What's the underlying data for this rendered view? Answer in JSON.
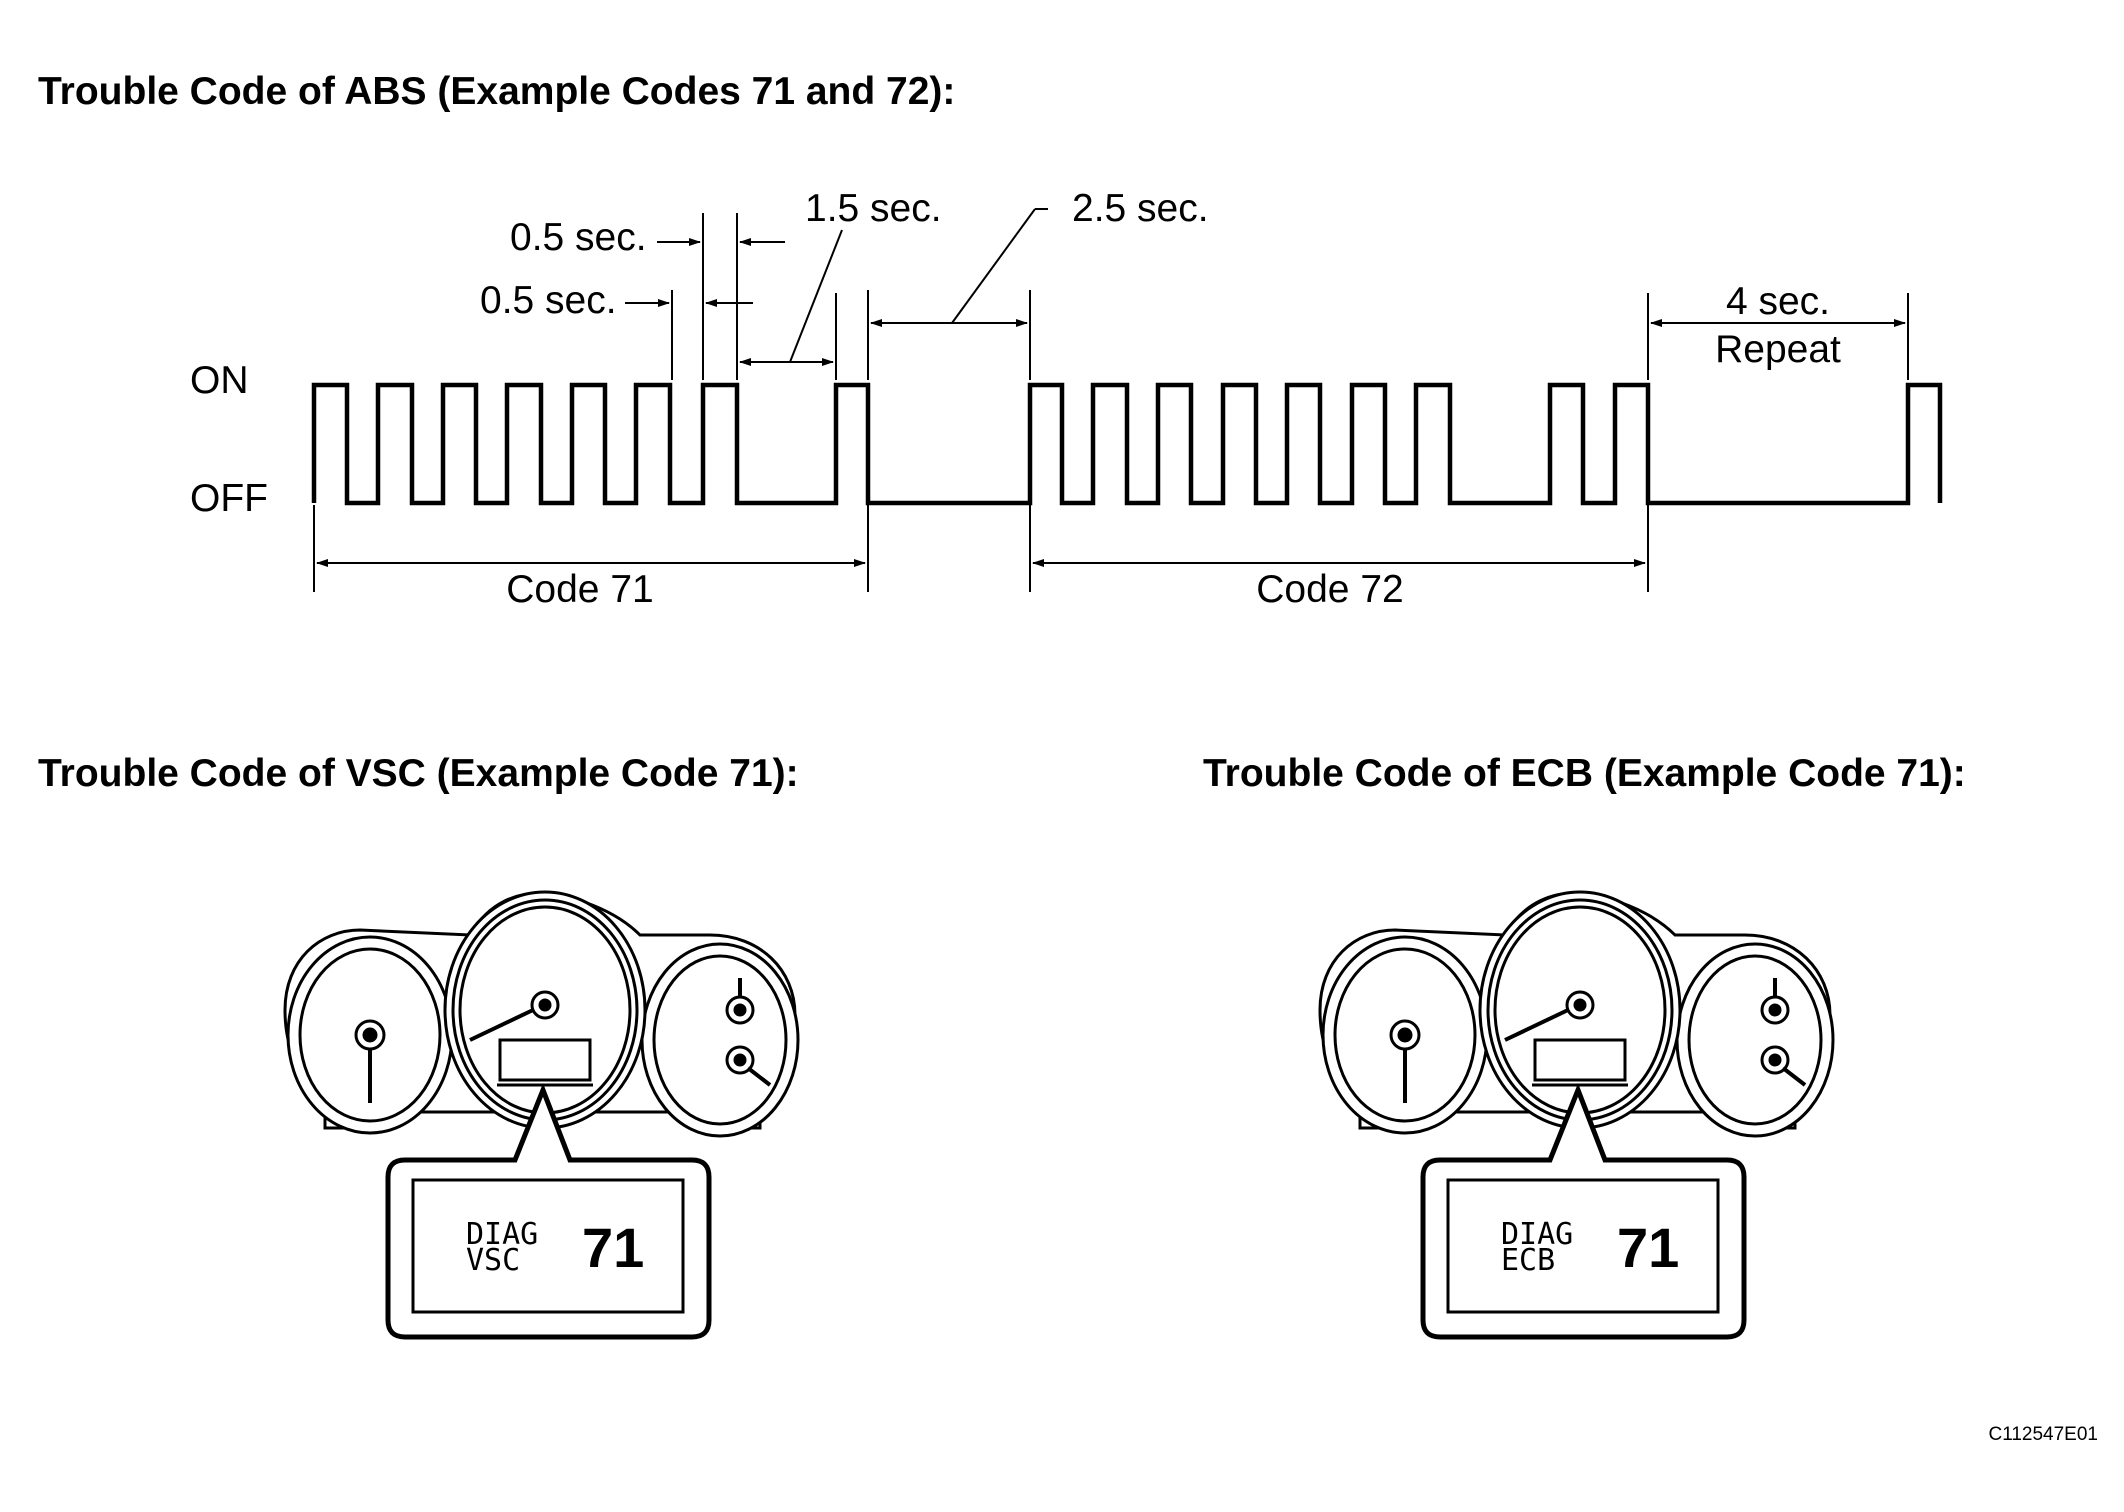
{
  "abs_section": {
    "title": "Trouble Code of ABS (Example Codes 71 and 72):",
    "level_on": "ON",
    "level_off": "OFF",
    "dims": {
      "pulse_on": "0.5 sec.",
      "pulse_off": "0.5 sec.",
      "digit_gap": "1.5 sec.",
      "code_gap": "2.5 sec.",
      "repeat_time": "4 sec.",
      "repeat_label": "Repeat"
    },
    "code_a": "Code 71",
    "code_b": "Code 72"
  },
  "vsc_section": {
    "title": "Trouble Code of VSC (Example Code 71):",
    "display_line1": "DIAG",
    "display_line2": "VSC",
    "display_code": "71"
  },
  "ecb_section": {
    "title": "Trouble Code of ECB (Example Code 71):",
    "display_line1": "DIAG",
    "display_line2": "ECB",
    "display_code": "71"
  },
  "figure_id": "C112547E01"
}
